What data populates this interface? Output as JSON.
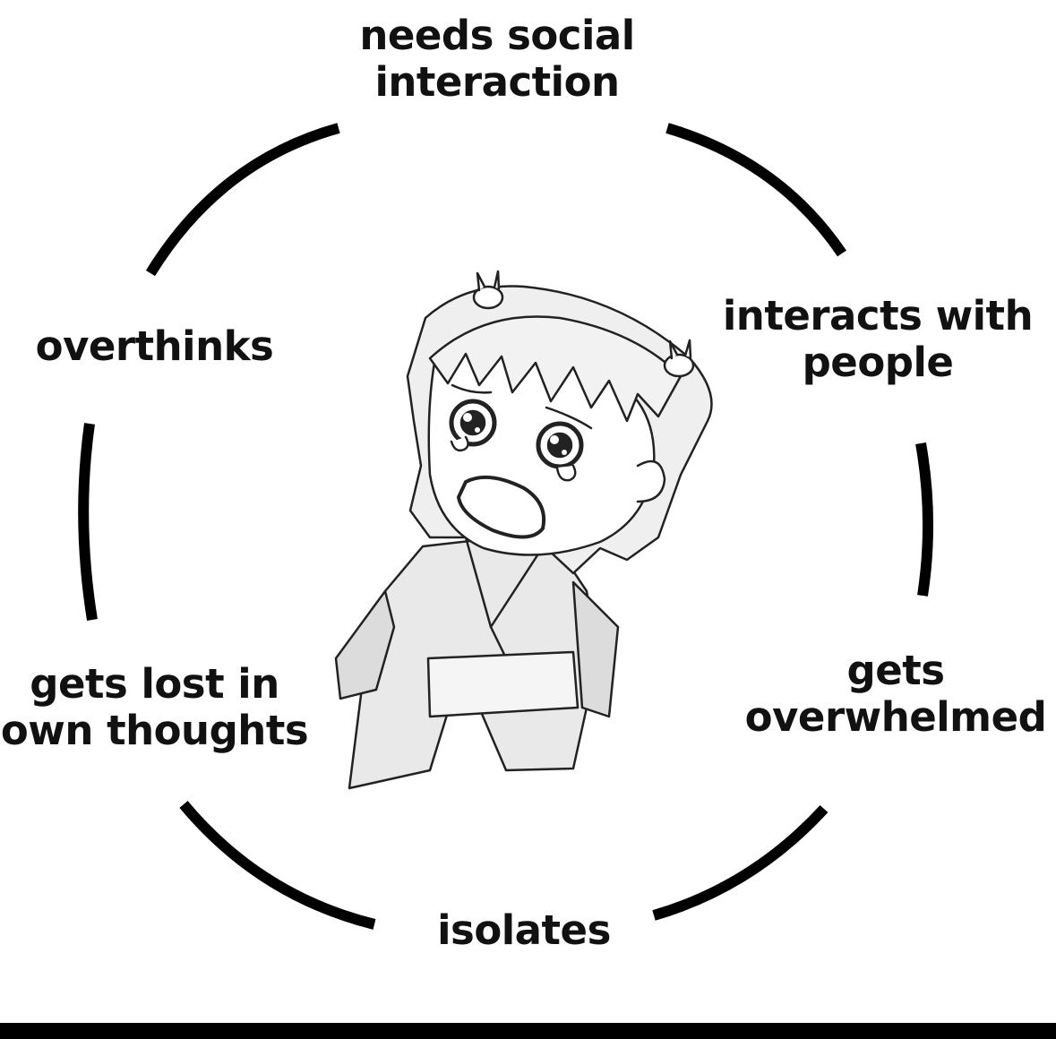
{
  "cycle": {
    "steps": [
      {
        "key": "top",
        "label": "needs social\ninteraction"
      },
      {
        "key": "right-top",
        "label": "interacts with\npeople"
      },
      {
        "key": "right-bottom",
        "label": "gets\noverwhelmed"
      },
      {
        "key": "bottom",
        "label": "isolates"
      },
      {
        "key": "left-bottom",
        "label": "gets lost in\nown thoughts"
      },
      {
        "key": "left-top",
        "label": "overthinks"
      }
    ]
  },
  "illustration": {
    "name": "crying-anime-girl-in-kimono"
  },
  "colors": {
    "stroke": "#000000",
    "text": "#111111",
    "background": "#ffffff"
  }
}
